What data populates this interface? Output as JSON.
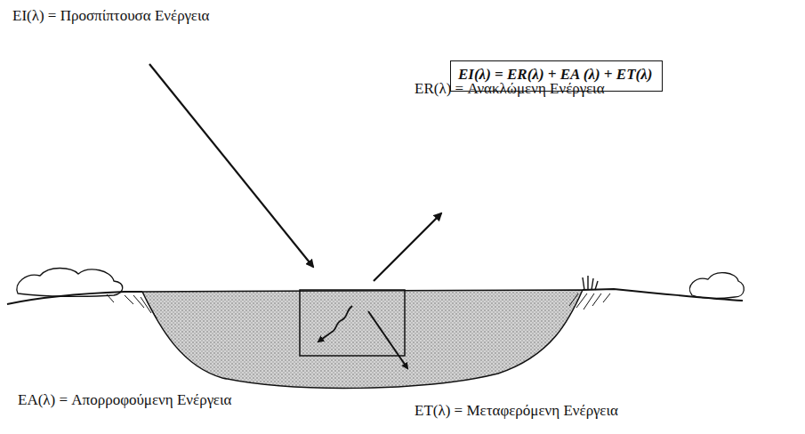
{
  "diagram": {
    "nodes": [
      {
        "text": [
          "EI(λ) = ER(λ) + EA (λ) + ET(λ)"
        ]
      }
    ],
    "labels": [
      "EI(λ) = Προσπίπτουσα Ενέργεια",
      "ER(λ) = Ανακλώμενη Ενέργεια",
      "EA(λ) = Απορροφούμενη Ενέργεια",
      "ET(λ) = Μεταφερόμενη Ενέργεια"
    ]
  }
}
